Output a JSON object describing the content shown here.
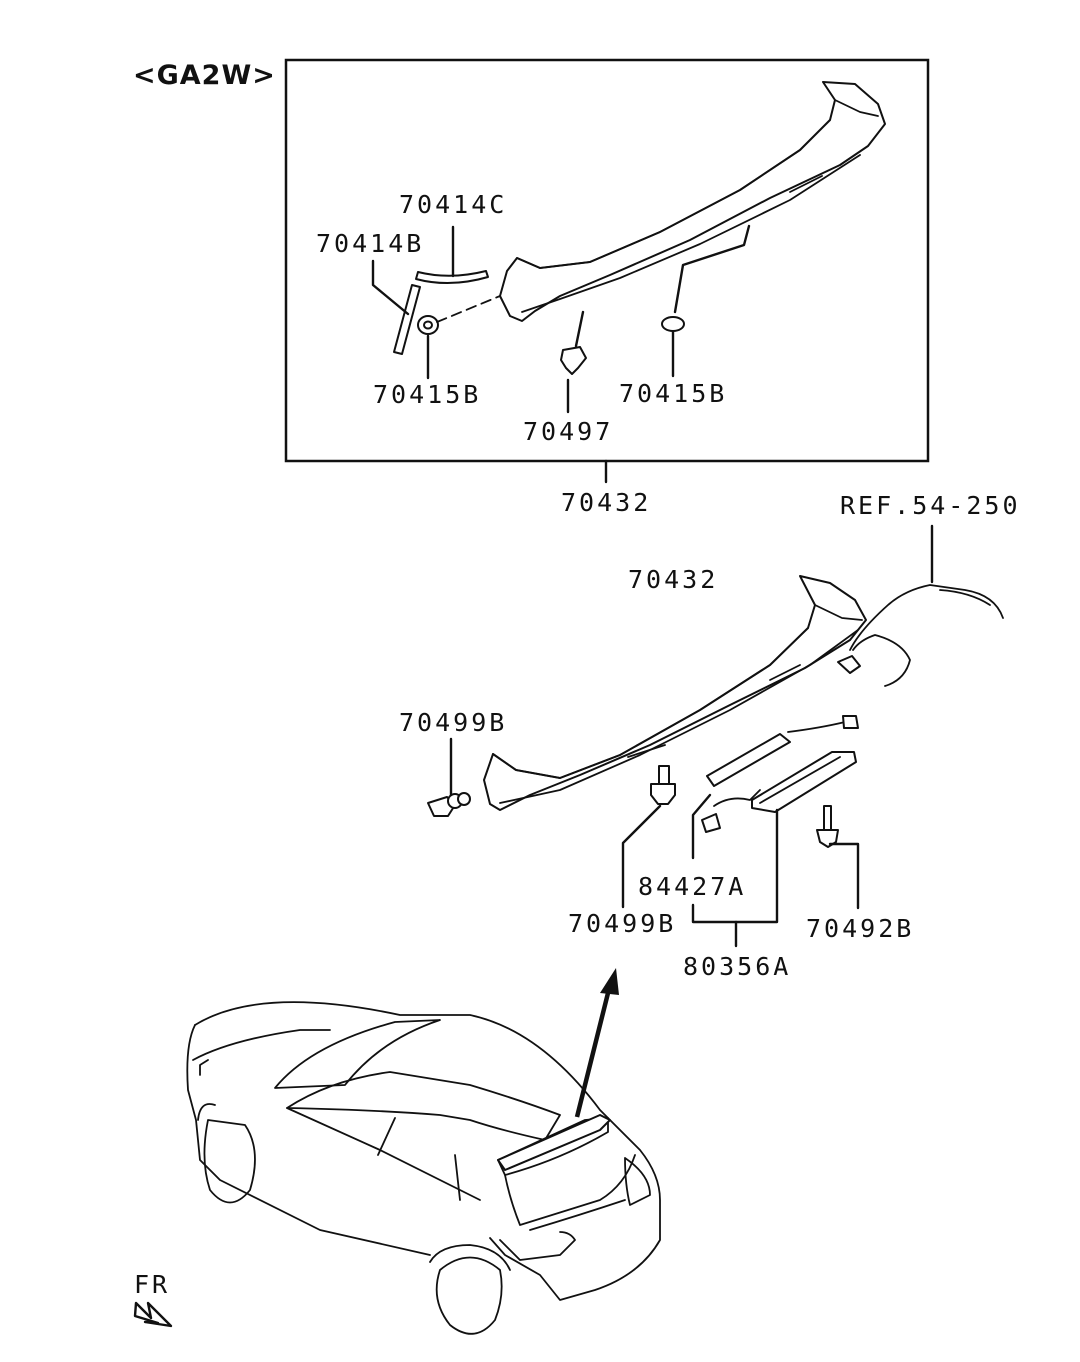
{
  "header": {
    "variant_label": "<GA2W>"
  },
  "labels": {
    "p70414C": "70414C",
    "p70414B": "70414B",
    "p70415B_left": "70415B",
    "p70497": "70497",
    "p70415B_right": "70415B",
    "p70432_box": "70432",
    "ref": "REF.54-250",
    "p70432_main": "70432",
    "p70499B_left": "70499B",
    "p84427A": "84427A",
    "p70499B_bottom": "70499B",
    "p70492B": "70492B",
    "p80356A": "80356A"
  },
  "direction": {
    "front_label": "FR"
  }
}
